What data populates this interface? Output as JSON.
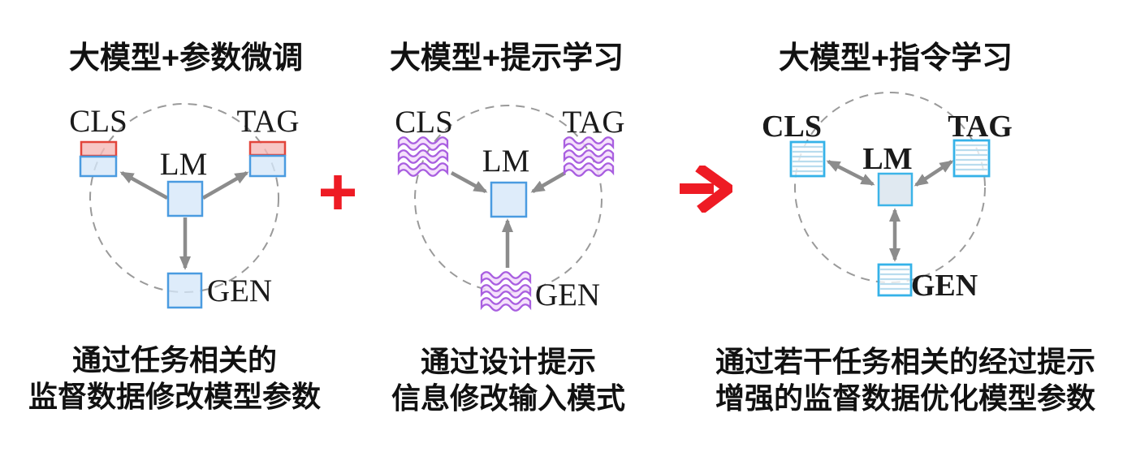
{
  "figure": {
    "panels": [
      {
        "title": "大模型+参数微调",
        "caption": [
          "通过任务相关的",
          "监督数据修改模型参数"
        ],
        "nodes": {
          "cls": "CLS",
          "tag": "TAG",
          "lm": "LM",
          "gen": "GEN"
        },
        "node_decoration": "tuned-parameter-head-blocks",
        "arrow_direction": "lm-to-tasks"
      },
      {
        "title": "大模型+提示学习",
        "caption": [
          "通过设计提示",
          "信息修改输入模式"
        ],
        "nodes": {
          "cls": "CLS",
          "tag": "TAG",
          "lm": "LM",
          "gen": "GEN"
        },
        "node_decoration": "prompt-wave-ribbons",
        "arrow_direction": "tasks-to-lm"
      },
      {
        "title": "大模型+指令学习",
        "caption": [
          "通过若干任务相关的经过提示",
          "增强的监督数据优化模型参数"
        ],
        "nodes": {
          "cls": "CLS",
          "tag": "TAG",
          "lm": "LM",
          "gen": "GEN"
        },
        "node_decoration": "instruction-striped-blocks",
        "arrow_direction": "bidirectional"
      }
    ],
    "operators": [
      {
        "name": "plus-symbol",
        "glyph": "+"
      },
      {
        "name": "arrow-symbol",
        "glyph": "→"
      }
    ],
    "colors": {
      "accent_red": "#ee1b24",
      "box_blue_fill": "#d5e7f8",
      "box_blue_stroke": "#4a9be0",
      "tuned_head_fill": "#f5b9b6",
      "tuned_head_stroke": "#e2453b",
      "wave_fill": "#f3dcfb",
      "wave_stroke": "#a95fe0",
      "stripe_box_stroke": "#35b2e8",
      "stripe_line": "#b9dcee",
      "arrow_gray": "#8c8c8c",
      "dashed_circle_gray": "#9a9a9a",
      "text_black": "#111111"
    }
  }
}
